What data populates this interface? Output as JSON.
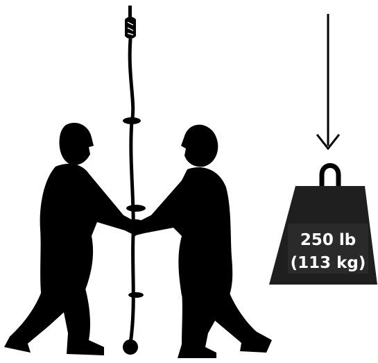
{
  "weight": {
    "line1": "250 lb",
    "line2": "(113 kg)"
  },
  "icons": [
    "rope-with-knots-icon",
    "person-left-silhouette",
    "person-right-silhouette",
    "down-arrow-icon",
    "weight-icon"
  ],
  "colors": {
    "ink": "#000000",
    "weight_body": "#1f1f1f",
    "label_text": "#ffffff",
    "background": "#ffffff"
  }
}
